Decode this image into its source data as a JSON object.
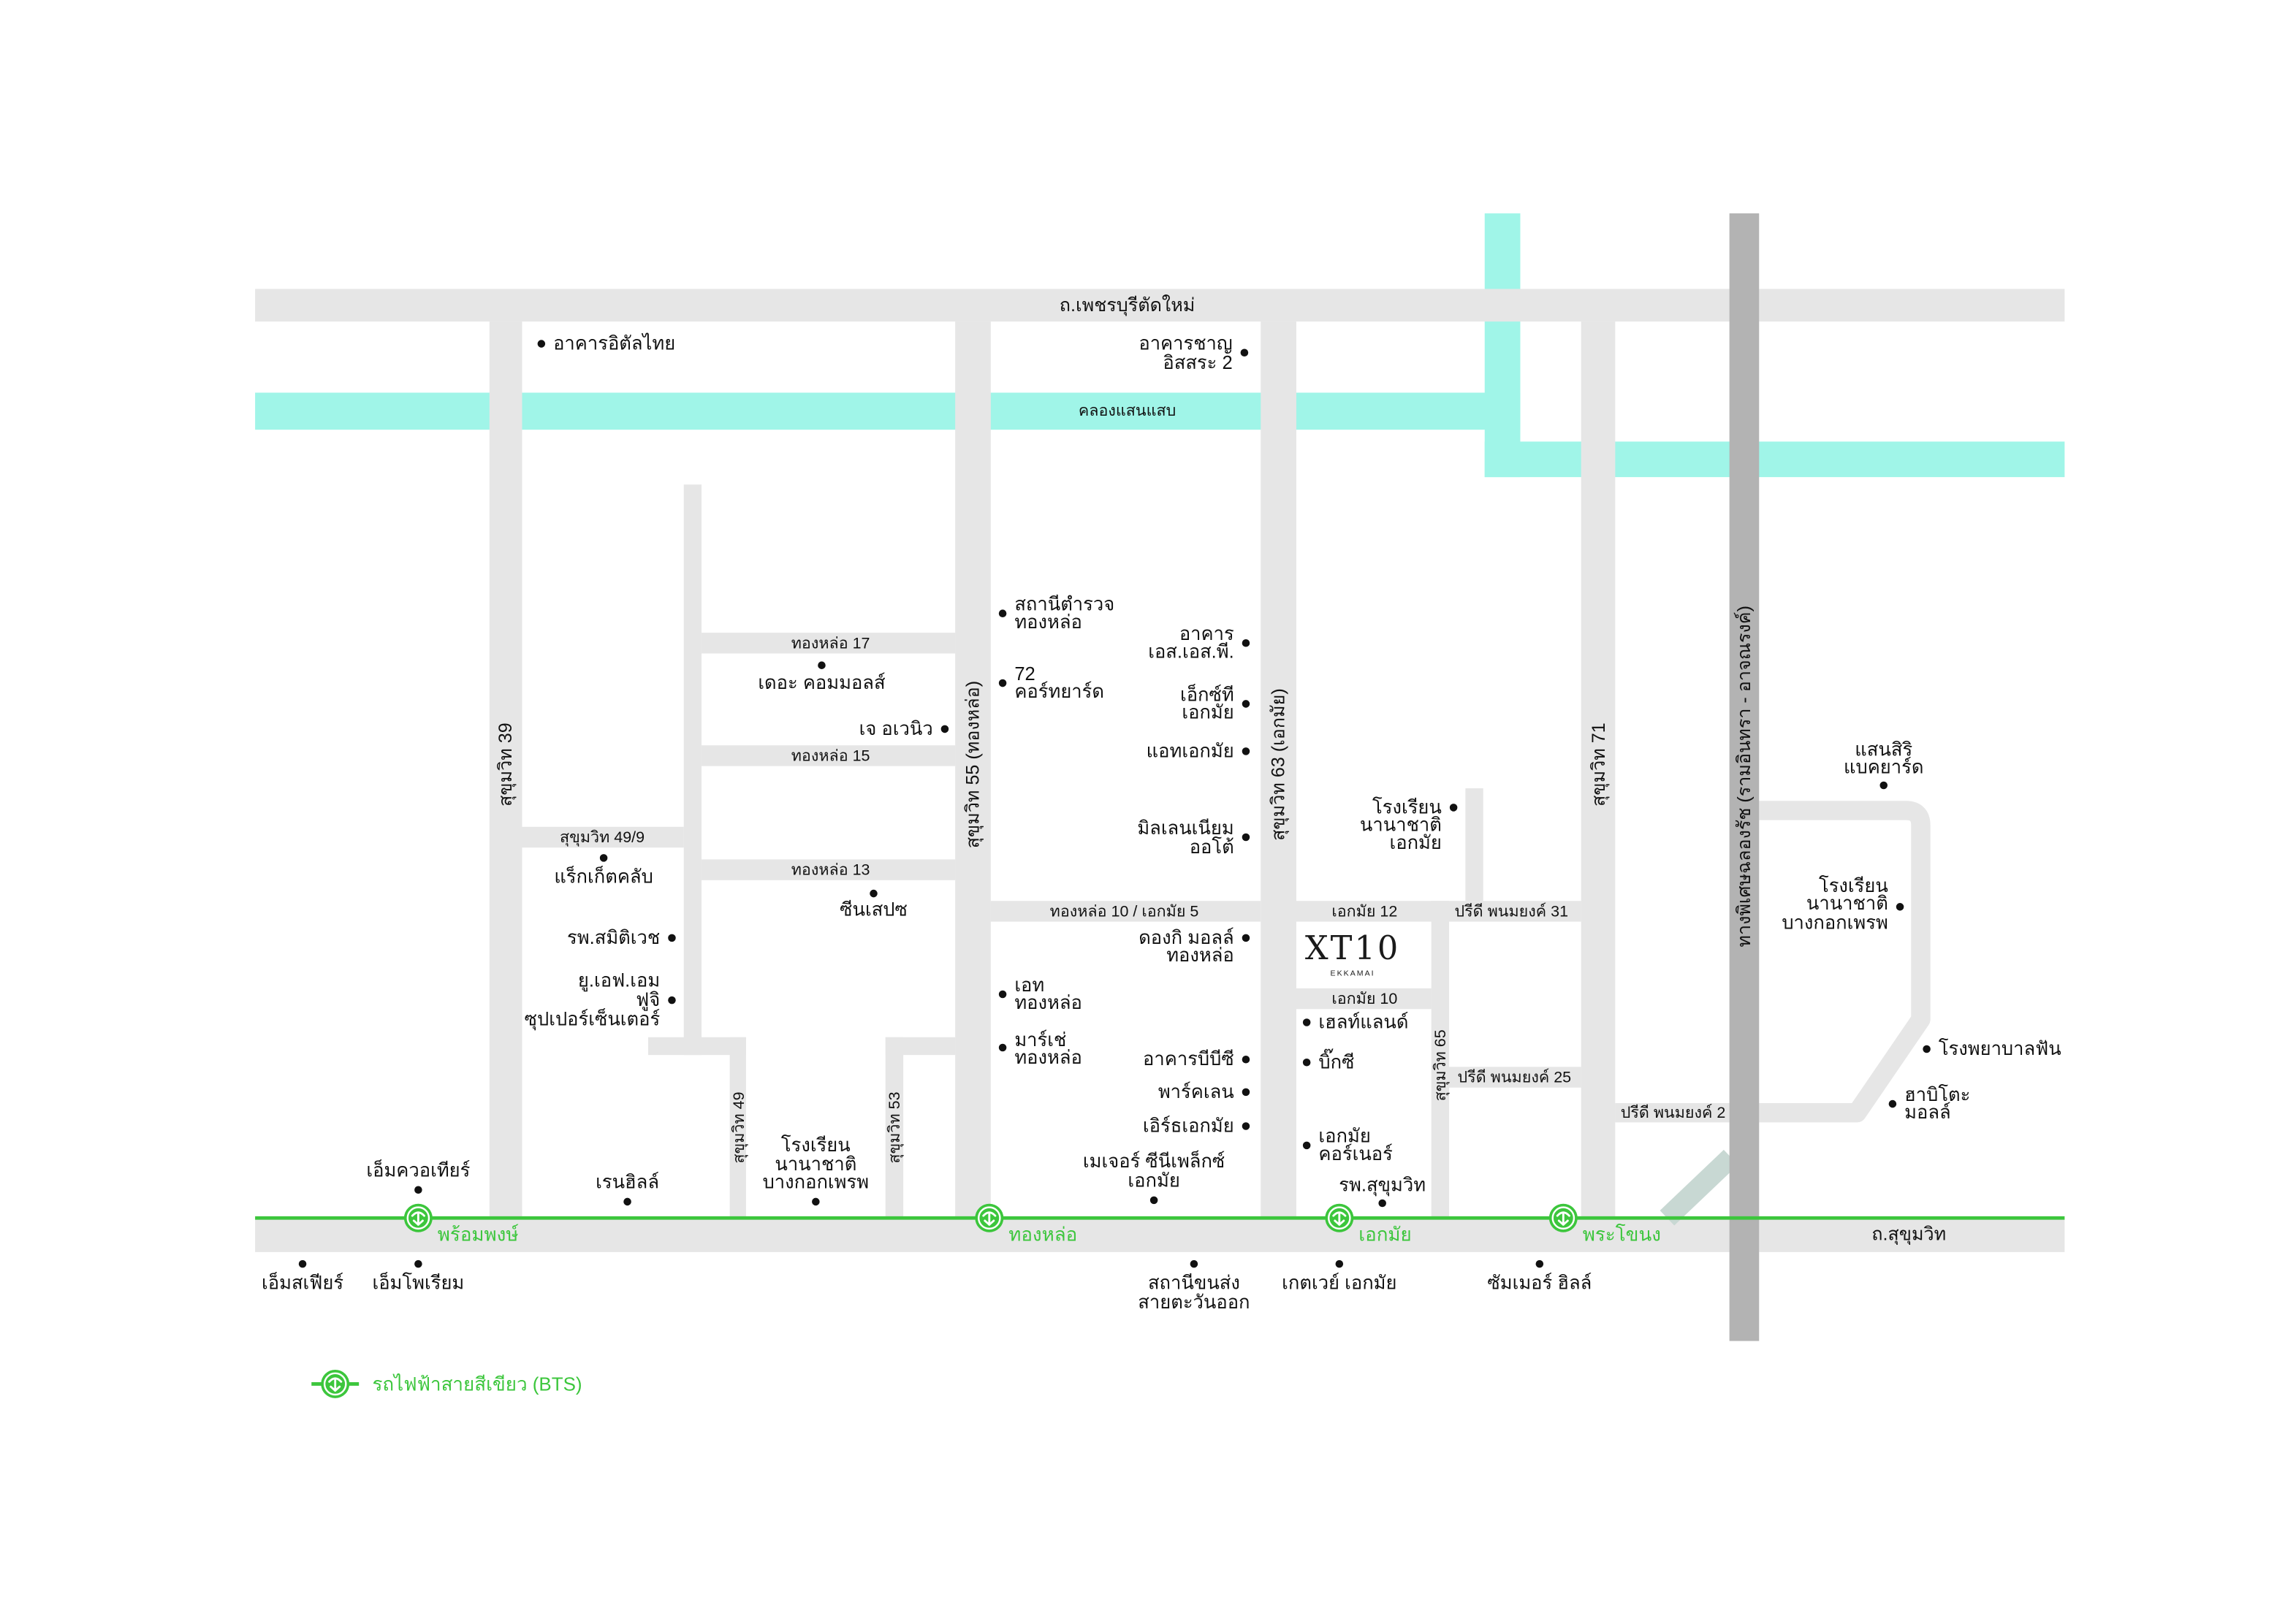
{
  "roads": {
    "phetchaburi": "ถ.เพชรบุรีตัดใหม่",
    "sukhumvit": "ถ.สุขุมวิท",
    "canal": "คลองแสนแสบ",
    "sukhumvit_39": "สุขุมวิท 39",
    "sukhumvit_49": "สุขุมวิท 49",
    "sukhumvit_49_9": "สุขุมวิท 49/9",
    "sukhumvit_53": "สุขุมวิท 53",
    "sukhumvit_55": "สุขุมวิท 55 (ทองหล่อ)",
    "sukhumvit_63": "สุขุมวิท 63 (เอกมัย)",
    "sukhumvit_65": "สุขุมวิท 65",
    "sukhumvit_71": "สุขุมวิท 71",
    "thonglor_17": "ทองหล่อ 17",
    "thonglor_15": "ทองหล่อ 15",
    "thonglor_13": "ทองหล่อ 13",
    "thonglor_10_ekkamai_5": "ทองหล่อ 10 / เอกมัย 5",
    "ekkamai_12": "เอกมัย 12",
    "ekkamai_10": "เอกมัย 10",
    "pridi_31": "ปรีดี พนมยงค์ 31",
    "pridi_25": "ปรีดี พนมยงค์ 25",
    "pridi_2": "ปรีดี พนมยงค์ 2",
    "expressway": "ทางพิเศษฉลองรัช (รามอินทรา - อาจณรงค์)"
  },
  "bts": {
    "icon": "bts-station-icon",
    "stations": [
      {
        "name": "พร้อมพงษ์"
      },
      {
        "name": "ทองหล่อ"
      },
      {
        "name": "เอกมัย"
      },
      {
        "name": "พระโขนง"
      }
    ]
  },
  "places": [
    {
      "lines": [
        "อาคารอิตัลไทย"
      ]
    },
    {
      "lines": [
        "อาคารชาญ",
        "อิสสระ 2"
      ]
    },
    {
      "lines": [
        "สถานีตำรวจ",
        "ทองหล่อ"
      ]
    },
    {
      "lines": [
        "72",
        "คอร์ทยาร์ด"
      ]
    },
    {
      "lines": [
        "เดอะ คอมมอลส์"
      ]
    },
    {
      "lines": [
        "เจ อเวนิว"
      ]
    },
    {
      "lines": [
        "อาคาร",
        "เอส.เอส.พี."
      ]
    },
    {
      "lines": [
        "เอ็กซ์ที",
        "เอกมัย"
      ]
    },
    {
      "lines": [
        "แอทเอกมัย"
      ]
    },
    {
      "lines": [
        "มิลเลนเนียม",
        "ออโต้"
      ]
    },
    {
      "lines": [
        "โรงเรียน",
        "นานาชาติ",
        "เอกมัย"
      ]
    },
    {
      "lines": [
        "แร็กเก็ตคลับ"
      ]
    },
    {
      "lines": [
        "ซีนเสปซ"
      ]
    },
    {
      "lines": [
        "รพ.สมิติเวช"
      ]
    },
    {
      "lines": [
        "ยู.เอฟ.เอม",
        "ฟูจิ",
        "ซุปเปอร์เซ็นเตอร์"
      ]
    },
    {
      "lines": [
        "ดองกิ มอลล์",
        "ทองหล่อ"
      ]
    },
    {
      "lines": [
        "เอท",
        "ทองหล่อ"
      ]
    },
    {
      "lines": [
        "มาร์เช่",
        "ทองหล่อ"
      ]
    },
    {
      "lines": [
        "อาคารบีบีซี"
      ]
    },
    {
      "lines": [
        "พาร์คเลน"
      ]
    },
    {
      "lines": [
        "เอิร์ธเอกมัย"
      ]
    },
    {
      "lines": [
        "เมเจอร์ ซีนีเพล็กซ์",
        "เอกมัย"
      ]
    },
    {
      "lines": [
        "เฮลท์แลนด์"
      ]
    },
    {
      "lines": [
        "บิ๊กซี"
      ]
    },
    {
      "lines": [
        "เอกมัย",
        "คอร์เนอร์"
      ]
    },
    {
      "lines": [
        "รพ.สุขุมวิท"
      ]
    },
    {
      "lines": [
        "เอ็มควอเทียร์"
      ]
    },
    {
      "lines": [
        "เรนฮิลล์"
      ]
    },
    {
      "lines": [
        "โรงเรียน",
        "นานาชาติ",
        "บางกอกเพรพ"
      ]
    },
    {
      "lines": [
        "เอ็มสเฟียร์"
      ]
    },
    {
      "lines": [
        "เอ็มโพเรียม"
      ]
    },
    {
      "lines": [
        "สถานีขนส่ง",
        "สายตะวันออก"
      ]
    },
    {
      "lines": [
        "เกตเวย์ เอกมัย"
      ]
    },
    {
      "lines": [
        "ซัมเมอร์ ฮิลล์"
      ]
    },
    {
      "lines": [
        "แสนสิริ",
        "แบคยาร์ด"
      ]
    },
    {
      "lines": [
        "โรงเรียน",
        "นานาชาติ",
        "บางกอกเพรพ"
      ]
    },
    {
      "lines": [
        "โรงพยาบาลฟัน"
      ]
    },
    {
      "lines": [
        "ฮาบิโตะ",
        "มอลล์"
      ]
    }
  ],
  "project": {
    "logo_main": "XT10",
    "logo_sub": "EKKAMAI"
  },
  "legend": {
    "bts_label": "รถไฟฟ้าสายสีเขียว (BTS)",
    "icon": "bts-station-icon"
  },
  "colors": {
    "road": "#e6e6e6",
    "canal": "#a0f5e8",
    "expressway": "#b3b3b3",
    "ramp": "#c8d8d3",
    "bts": "#3cc63c",
    "text": "#111111",
    "dot": "#111111"
  }
}
